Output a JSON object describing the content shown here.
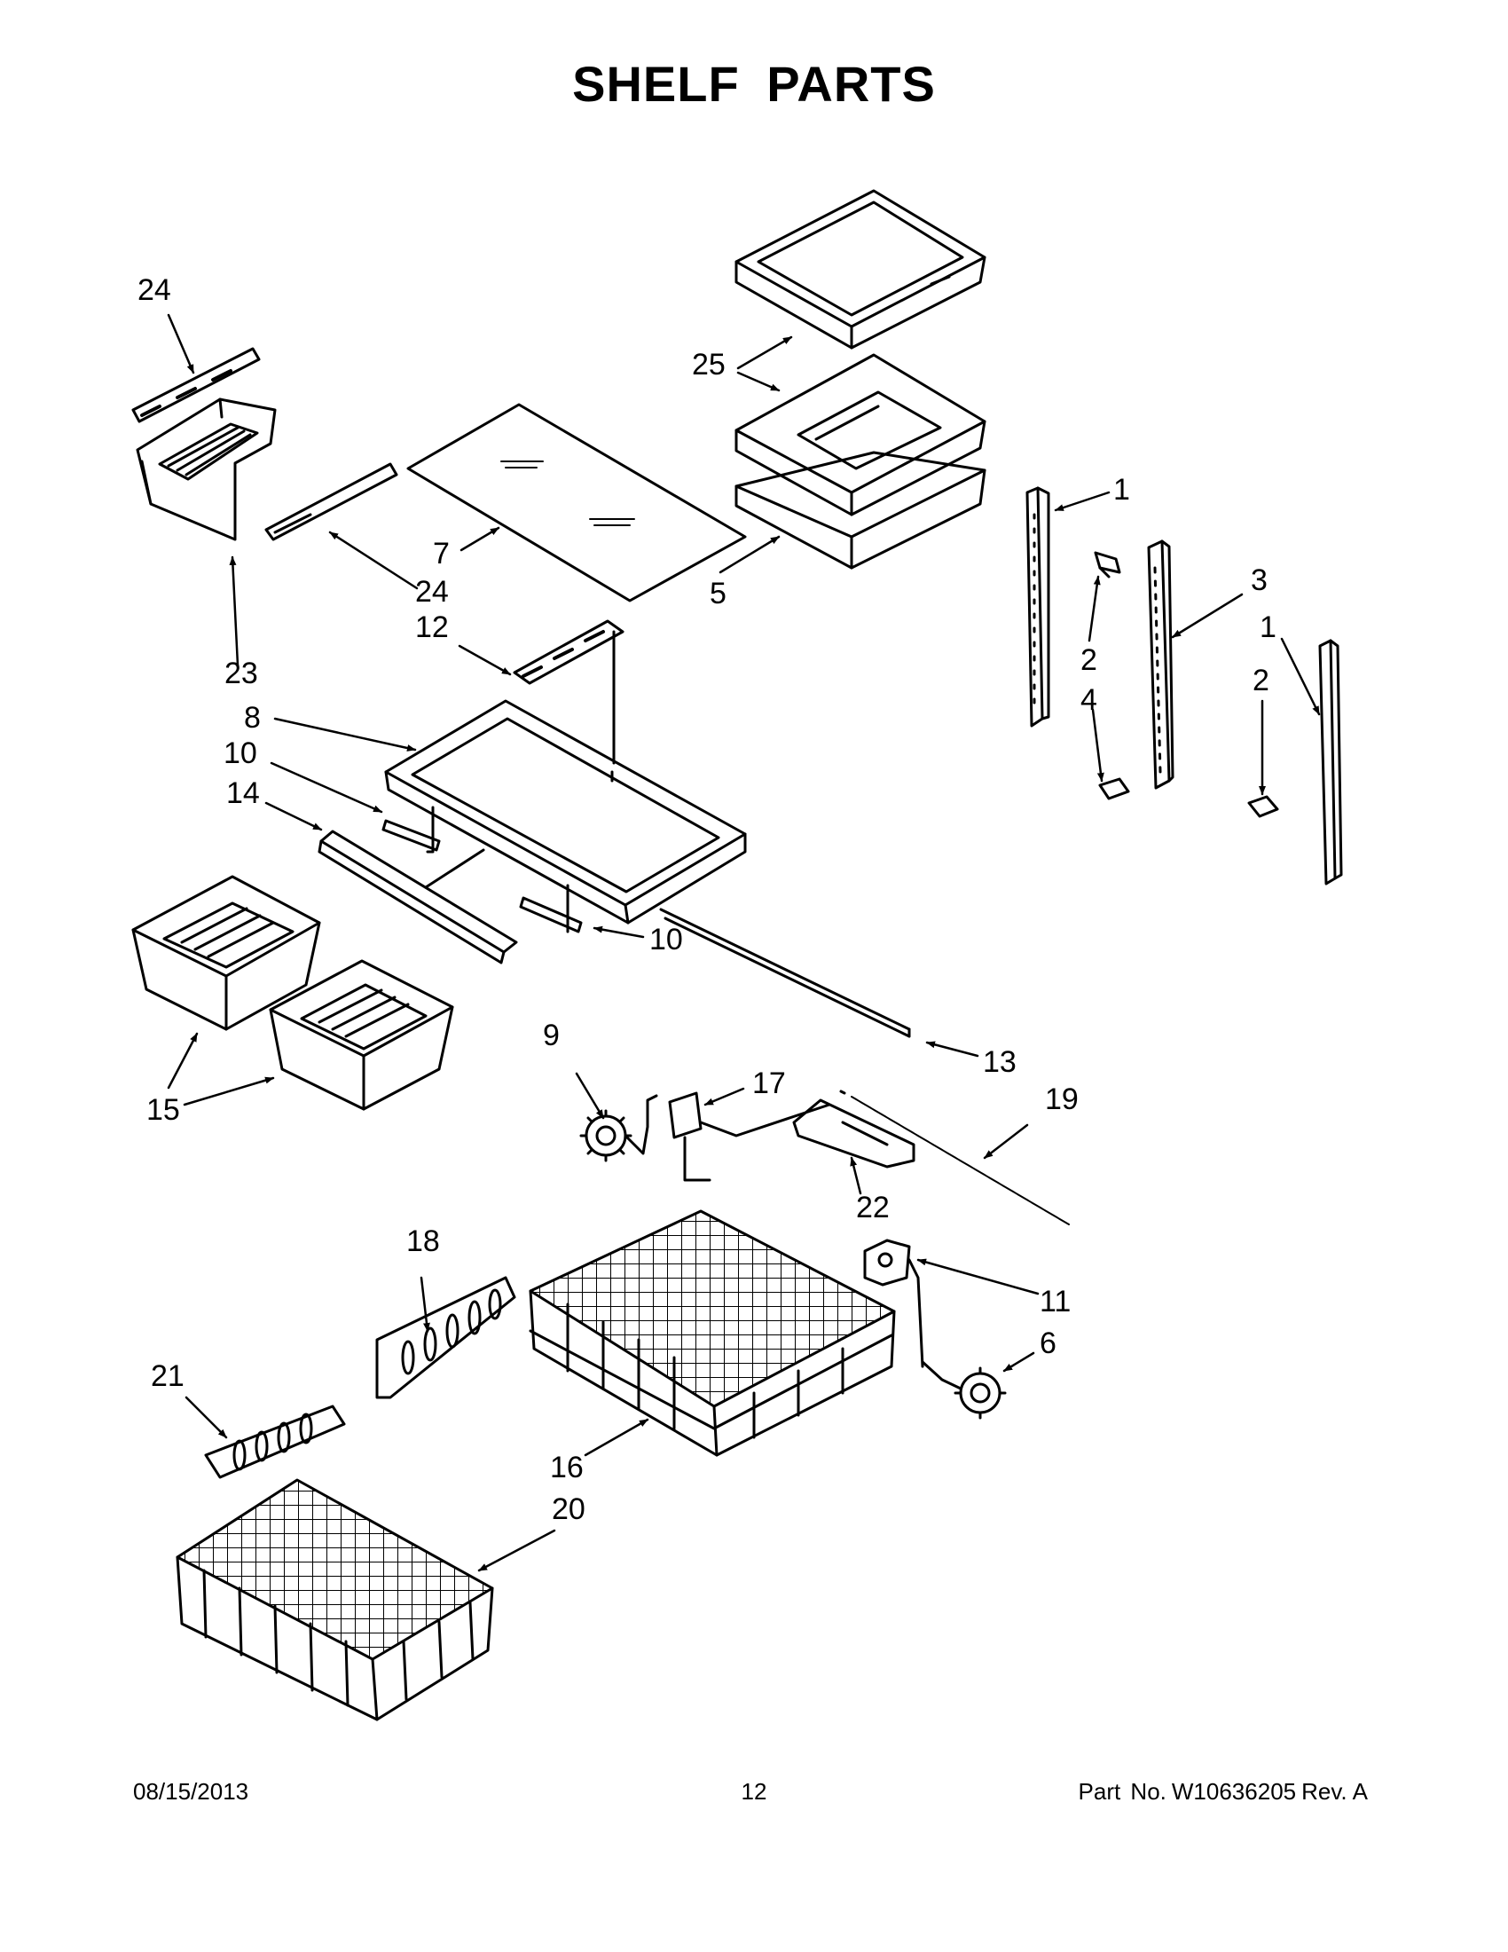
{
  "title": "SHELF PARTS",
  "callouts": {
    "c1a": "1",
    "c1b": "1",
    "c2a": "2",
    "c2b": "2",
    "c3": "3",
    "c4": "4",
    "c5": "5",
    "c6": "6",
    "c7": "7",
    "c8": "8",
    "c9": "9",
    "c10a": "10",
    "c10b": "10",
    "c11": "11",
    "c12": "12",
    "c13": "13",
    "c14": "14",
    "c15": "15",
    "c16": "16",
    "c17": "17",
    "c18": "18",
    "c19": "19",
    "c20": "20",
    "c21": "21",
    "c22": "22",
    "c23": "23",
    "c24a": "24",
    "c24b": "24",
    "c25": "25"
  },
  "footer": {
    "date": "08/15/2013",
    "page": "12",
    "part_label": "Part No.",
    "part_number": "W10636205",
    "rev_label": "Rev.",
    "rev": "A"
  }
}
